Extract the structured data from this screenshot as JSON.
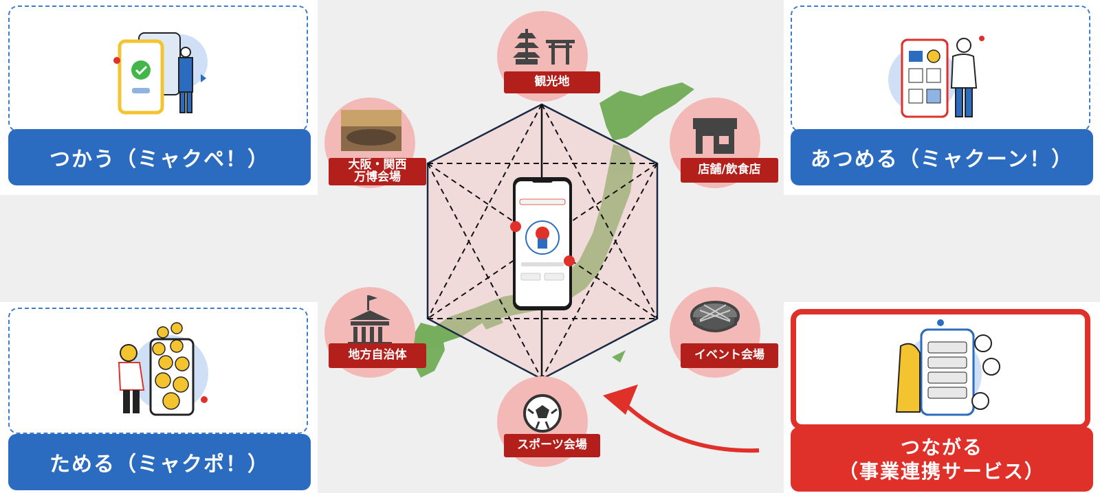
{
  "cards": {
    "tsukau": {
      "label": "つかう（ミャクペ！）"
    },
    "atsumeru": {
      "label": "あつめる（ミャクーン！）"
    },
    "tameru": {
      "label": "ためる（ミャクポ！）"
    },
    "tsunagaru": {
      "label_line1": "つながる",
      "label_line2": "（事業連携サービス）"
    }
  },
  "nodes": {
    "kankouchi": "観光地",
    "expo_line1": "大阪・関西",
    "expo_line2": "万博会場",
    "store": "店舗/飲食店",
    "local_gov": "地方自治体",
    "event": "イベント会場",
    "sports": "スポーツ会場"
  },
  "colors": {
    "blue": "#2b6cc0",
    "red": "#e0302a",
    "dark_red": "#b3201c",
    "pink": "#f2b9b6",
    "map_green": "#6aa84f"
  }
}
